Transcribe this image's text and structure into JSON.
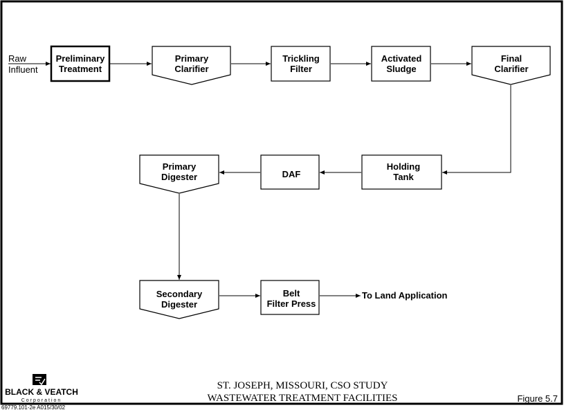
{
  "input_label": [
    "Raw",
    "Influent"
  ],
  "nodes": {
    "preliminary": [
      "Preliminary",
      "Treatment"
    ],
    "primary_clarifier": [
      "Primary",
      "Clarifier"
    ],
    "trickling": [
      "Trickling",
      "Filter"
    ],
    "activated": [
      "Activated",
      "Sludge"
    ],
    "final_clarifier": [
      "Final",
      "Clarifier"
    ],
    "holding": [
      "Holding",
      "Tank"
    ],
    "daf": [
      "DAF"
    ],
    "primary_digester": [
      "Primary",
      "Digester"
    ],
    "secondary_digester": [
      "Secondary",
      "Digester"
    ],
    "belt": [
      "Belt",
      "Filter Press"
    ]
  },
  "output_label": "To Land Application",
  "footer": {
    "title_line1": "ST. JOSEPH, MISSOURI, CSO STUDY",
    "title_line2": "WASTEWATER TREATMENT FACILITIES",
    "figure": "Figure 5.7",
    "logo_name": "BLACK & VEATCH",
    "logo_sub": "Corporation",
    "doc_code": "69779.101-2e A015/30/02"
  }
}
